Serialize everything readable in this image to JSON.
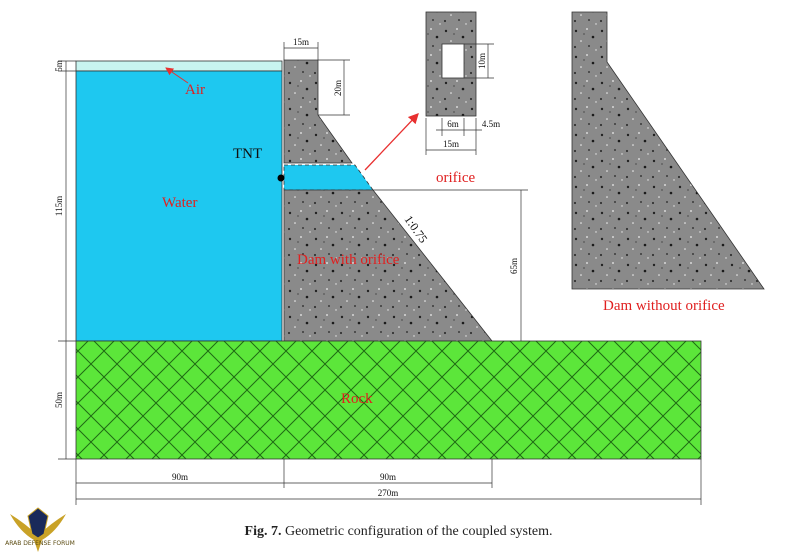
{
  "labels": {
    "air": "Air",
    "water": "Water",
    "tnt": "TNT",
    "dam_with_orifice": "Dam with orifice",
    "dam_without_orifice": "Dam without orifice",
    "orifice": "orifice",
    "rock": "Rock",
    "slope": "1:0.75"
  },
  "dimensions": {
    "air_height": "5m",
    "water_height": "115m",
    "rock_height": "50m",
    "crest_width": "15m",
    "crest_height": "20m",
    "orifice_elevation": "65m",
    "left_width": "90m",
    "right_width": "90m",
    "total_width": "270m",
    "orifice_height": "10m",
    "orifice_width": "6m",
    "orifice_offset": "4.5m",
    "detail_width": "15m"
  },
  "caption": {
    "figure_label": "Fig. 7.",
    "text": "Geometric configuration of the coupled system."
  },
  "logo": {
    "text": "ARAB DEFENSE FORUM"
  },
  "colors": {
    "water": "#1ec8f0",
    "air": "#c8f4f0",
    "concrete": "#808080",
    "rock": "#5ce63a",
    "label_red": "#e02020",
    "arrow_red": "#e83030"
  }
}
